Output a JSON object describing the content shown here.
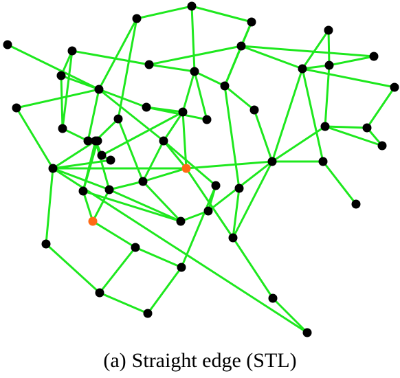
{
  "figure": {
    "caption_label": "(a)",
    "caption_text": "Straight edge (STL)",
    "colors": {
      "edge": "#1ee81e",
      "node": "#000000",
      "highlight_node": "#ff6a14",
      "background": "#ffffff"
    }
  },
  "graph": {
    "node_count": 57,
    "highlighted_node_count": 2
  }
}
